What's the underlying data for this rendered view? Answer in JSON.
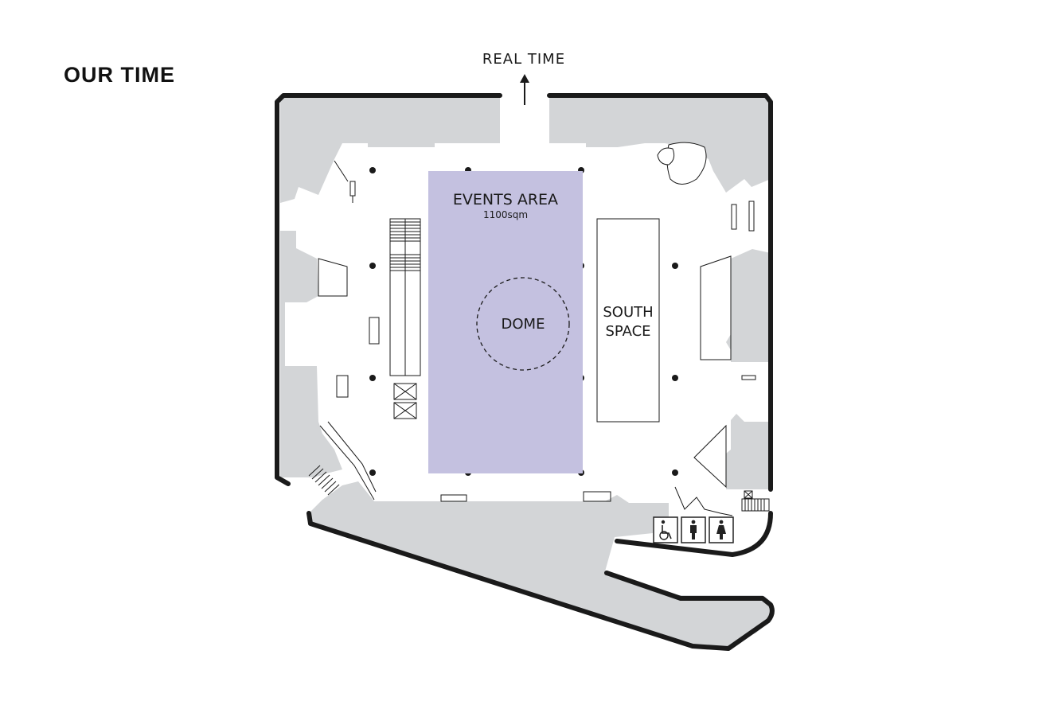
{
  "title": "OUR TIME",
  "direction": {
    "label": "REAL TIME"
  },
  "areas": {
    "events": {
      "name": "EVENTS AREA",
      "size": "1100sqm",
      "color": "#c4c1e0"
    },
    "dome": {
      "name": "DOME"
    },
    "south_space": {
      "line1": "SOUTH",
      "line2": "SPACE"
    }
  },
  "facilities": [
    "accessible-toilet-icon",
    "male-toilet-icon",
    "female-toilet-icon"
  ],
  "colors": {
    "wall": "#1a1a1a",
    "grey_zone": "#d3d5d7",
    "events_area": "#c4c1e0"
  }
}
